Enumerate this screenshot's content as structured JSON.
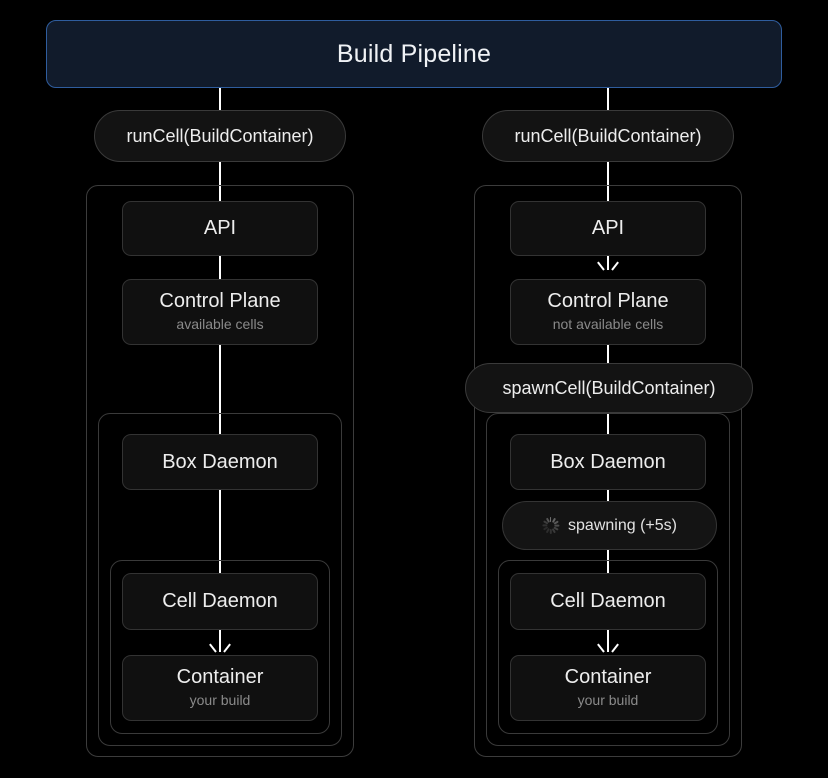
{
  "header": {
    "title": "Build Pipeline",
    "fill_color": "#111b2b",
    "border_color": "#2f5d9e"
  },
  "colors": {
    "background": "#000000",
    "node_fill": "#101010",
    "node_border": "#333333",
    "group_border": "#3b3b3b",
    "text_primary": "#ededed",
    "text_secondary": "#8a8a8a",
    "connector": "#ffffff"
  },
  "columns": [
    {
      "id": "warm-path",
      "entry_pill": "runCell(BuildContainer)",
      "nodes": {
        "api": "API",
        "control_plane_title": "Control Plane",
        "control_plane_sub": "available cells",
        "box_daemon": "Box Daemon",
        "cell_daemon": "Cell Daemon",
        "container_title": "Container",
        "container_sub": "your build"
      },
      "status_pill": null,
      "spawn_pill": null
    },
    {
      "id": "cold-path",
      "entry_pill": "runCell(BuildContainer)",
      "nodes": {
        "api": "API",
        "control_plane_title": "Control Plane",
        "control_plane_sub": "not available cells",
        "box_daemon": "Box Daemon",
        "cell_daemon": "Cell Daemon",
        "container_title": "Container",
        "container_sub": "your build"
      },
      "spawn_pill": "spawnCell(BuildContainer)",
      "status_pill": {
        "label": "spawning (+5s)",
        "icon": "spinner-icon"
      }
    }
  ]
}
